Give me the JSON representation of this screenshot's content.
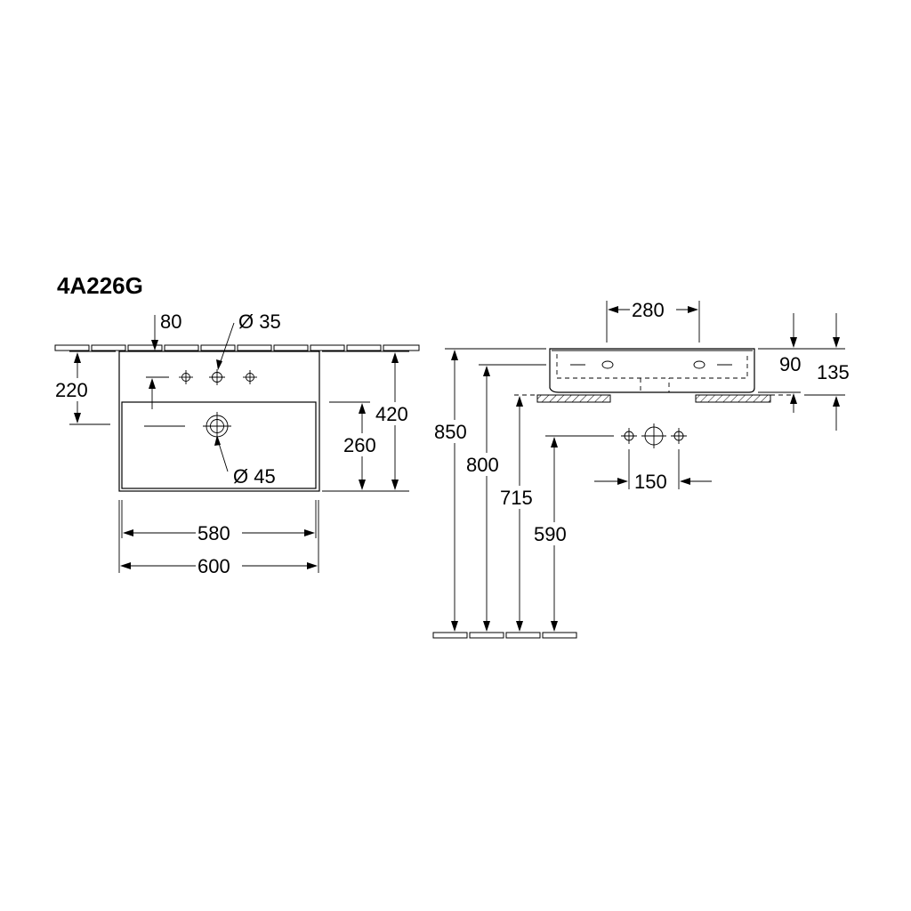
{
  "model_code": "4A226G",
  "front_view": {
    "dims": {
      "tap_offset": "80",
      "tap_hole": "Ø 35",
      "tap_height": "220",
      "total_depth": "420",
      "bowl_depth": "260",
      "drain": "Ø 45",
      "inner_width": "580",
      "outer_width": "600"
    }
  },
  "side_view": {
    "dims": {
      "top_width": "280",
      "rim_height": "90",
      "total_height": "135",
      "height_850": "850",
      "height_800": "800",
      "height_715": "715",
      "height_590": "590",
      "tap_spacing": "150"
    }
  }
}
